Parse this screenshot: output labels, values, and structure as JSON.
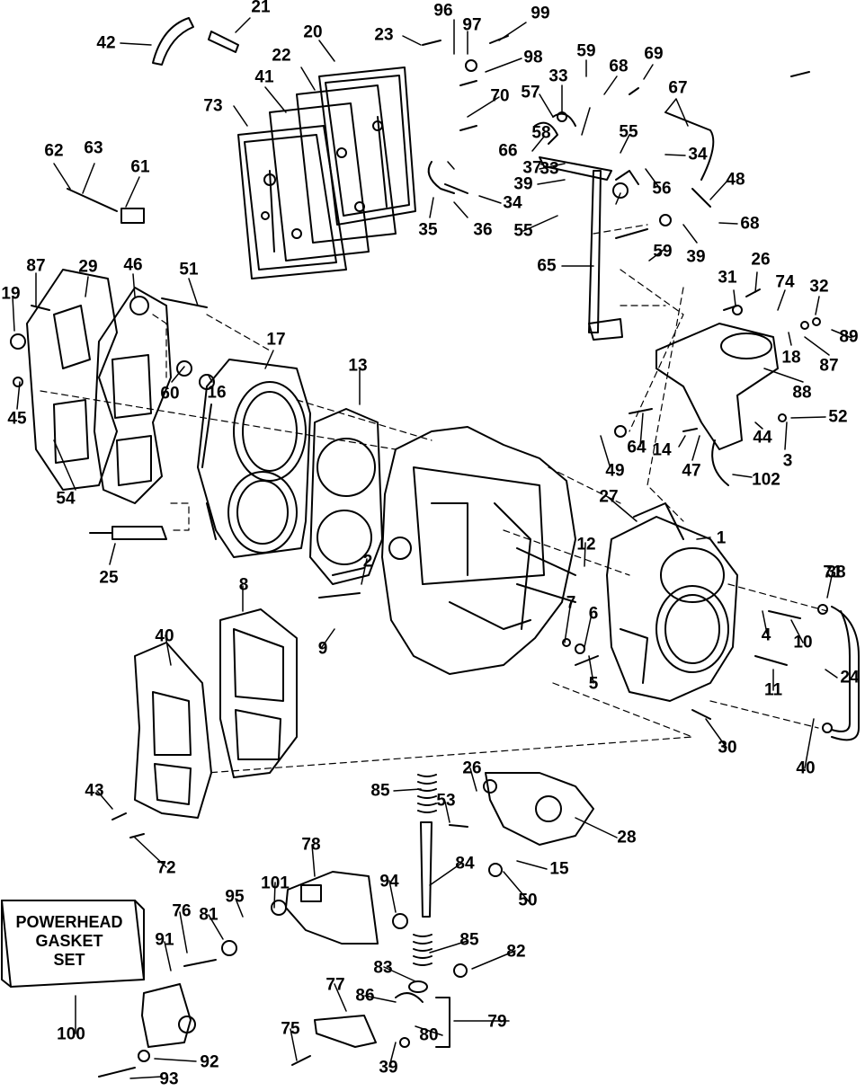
{
  "gasket_set": {
    "line1": "POWERHEAD",
    "line2": "GASKET",
    "line3": "SET"
  },
  "callouts": [
    "21",
    "42",
    "20",
    "23",
    "96",
    "97",
    "99",
    "22",
    "41",
    "73",
    "98",
    "59",
    "33",
    "70",
    "68",
    "69",
    "67",
    "57",
    "66",
    "58",
    "55",
    "34",
    "37",
    "33",
    "39",
    "56",
    "62",
    "63",
    "61",
    "34",
    "36",
    "35",
    "55",
    "48",
    "68",
    "59",
    "39",
    "65",
    "31",
    "26",
    "74",
    "32",
    "89",
    "87",
    "29",
    "46",
    "51",
    "19",
    "60",
    "16",
    "17",
    "13",
    "18",
    "87",
    "88",
    "45",
    "52",
    "44",
    "3",
    "64",
    "14",
    "47",
    "54",
    "49",
    "102",
    "25",
    "27",
    "1",
    "12",
    "2",
    "8",
    "71",
    "40",
    "38",
    "9",
    "7",
    "6",
    "4",
    "10",
    "5",
    "11",
    "24",
    "30",
    "40",
    "26",
    "85",
    "43",
    "53",
    "28",
    "72",
    "84",
    "78",
    "101",
    "15",
    "94",
    "95",
    "81",
    "76",
    "50",
    "91",
    "85",
    "82",
    "83",
    "100",
    "86",
    "77",
    "79",
    "80",
    "75",
    "92",
    "39",
    "93"
  ]
}
